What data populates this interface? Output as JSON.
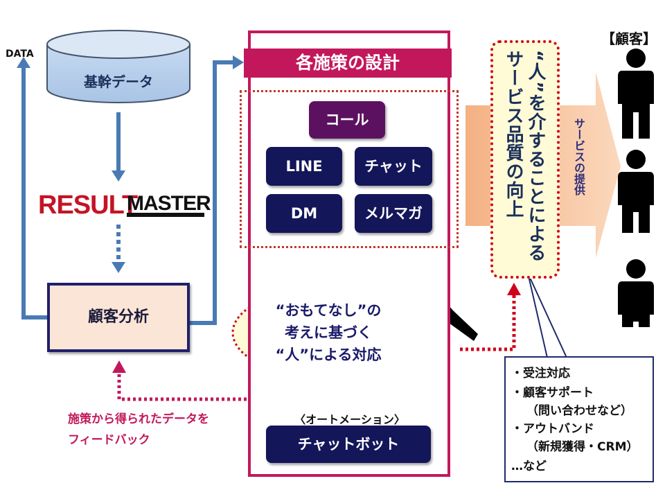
{
  "db": {
    "tag": "DATA",
    "label": "基幹データ"
  },
  "logo": {
    "result": "RESULT",
    "master": "MASTER"
  },
  "analysis": {
    "label": "顧客分析"
  },
  "panel": {
    "title": "各施策の設計",
    "channels": [
      "コール",
      "LINE",
      "チャット",
      "DM",
      "メルマガ"
    ],
    "omotenashi": [
      "“おもてなし”の",
      "考えに基づく",
      "“人”による対応"
    ],
    "automation_label": "〈オートメーション〉",
    "chatbot": "チャットボット"
  },
  "quality": {
    "lines": [
      "“人”を介することによる",
      "サービス品質の向上"
    ]
  },
  "service_label": "サービスの提供",
  "customers": {
    "title": "【顧客】"
  },
  "callout": {
    "lines": [
      "・受注対応",
      "・顧客サポート",
      "（問い合わせなど）",
      "・アウトバンド",
      "（新規獲得・CRM）",
      "…など"
    ]
  },
  "feedback": {
    "line1": "施策から得られたデータを",
    "line2": "フィードバック"
  },
  "colors": {
    "panel_accent": "#c2185b",
    "button_navy": "#14165a",
    "button_purple": "#5c1160",
    "arrow_blue": "#4a7ab5",
    "red_arrow": "#e8000b",
    "dotted_red": "#c0392b"
  }
}
